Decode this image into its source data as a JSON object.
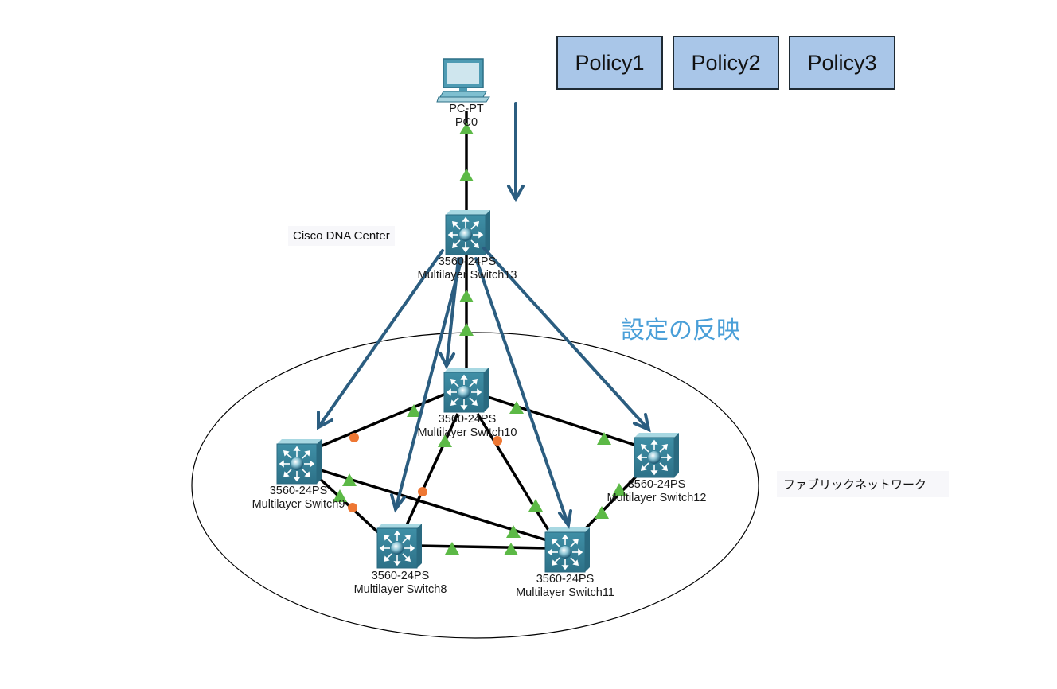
{
  "policies": [
    "Policy1",
    "Policy2",
    "Policy3"
  ],
  "dna_center_label": "Cisco DNA Center",
  "reflect_label": "設定の反映",
  "fabric_label": "ファブリックネットワーク",
  "pc": {
    "model": "PC-PT",
    "name": "PC0"
  },
  "switches": {
    "s13": {
      "model": "3560-24PS",
      "name": "Multilayer Switch13"
    },
    "s10": {
      "model": "3560-24PS",
      "name": "Multilayer Switch10"
    },
    "s9": {
      "model": "3560-24PS",
      "name": "Multilayer Switch9"
    },
    "s12": {
      "model": "3560-24PS",
      "name": "Multilayer Switch12"
    },
    "s8": {
      "model": "3560-24PS",
      "name": "Multilayer Switch8"
    },
    "s11": {
      "model": "3560-24PS",
      "name": "Multilayer Switch11"
    }
  },
  "colors": {
    "link": "#000000",
    "arrow": "#2b5d80",
    "link_up": "#5cb946",
    "link_pending": "#ee7733",
    "policy_fill": "#a9c6e8",
    "reflect_text": "#4a9fd8"
  }
}
